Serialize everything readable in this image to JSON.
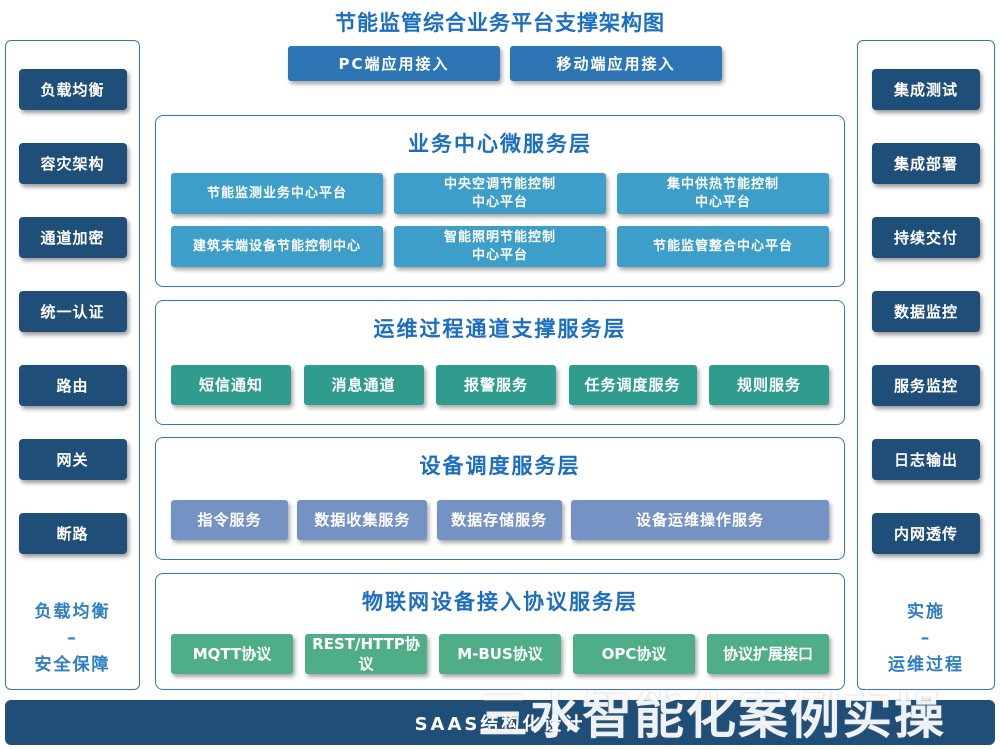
{
  "title": "节能监管综合业务平台支撑架构图",
  "top_buttons": {
    "pc": "PC端应用接入",
    "mobile": "移动端应用接入"
  },
  "left_sidebar": {
    "items": [
      "负载均衡",
      "容灾架构",
      "通道加密",
      "统一认证",
      "路由",
      "网关",
      "断路"
    ],
    "caption": [
      "负载均衡",
      "–",
      "安全保障"
    ]
  },
  "right_sidebar": {
    "items": [
      "集成测试",
      "集成部署",
      "持续交付",
      "数据监控",
      "服务监控",
      "日志输出",
      "内网透传"
    ],
    "caption": [
      "实施",
      "–",
      "运维过程"
    ]
  },
  "sections": [
    {
      "title": "业务中心微服务层",
      "color": "#3d9fc9",
      "items": [
        "节能监测业务中心平台",
        "中央空调节能控制\n中心平台",
        "集中供热节能控制\n中心平台",
        "建筑末端设备节能控制中心",
        "智能照明节能控制\n中心平台",
        "节能监管整合中心平台"
      ]
    },
    {
      "title": "运维过程通道支撑服务层",
      "color": "#2f9c8e",
      "items": [
        "短信通知",
        "消息通道",
        "报警服务",
        "任务调度服务",
        "规则服务"
      ]
    },
    {
      "title": "设备调度服务层",
      "color": "#7492c4",
      "items": [
        "指令服务",
        "数据收集服务",
        "数据存储服务",
        "设备运维操作服务"
      ]
    },
    {
      "title": "物联网设备接入协议服务层",
      "color": "#4fae88",
      "items": [
        "MQTT协议",
        "REST/HTTP协议",
        "M-BUS协议",
        "OPC协议",
        "协议扩展接口"
      ]
    }
  ],
  "bottom_bar": "SAAS结构化设计",
  "watermark": "三水智能化案例实操",
  "colors": {
    "title-blue": "#1b6ec2",
    "panel-border": "#2e79bd",
    "dark-navy": "#1f4e79",
    "mid-blue": "#2e75b6",
    "caption-blue": "#2e7fc2"
  }
}
